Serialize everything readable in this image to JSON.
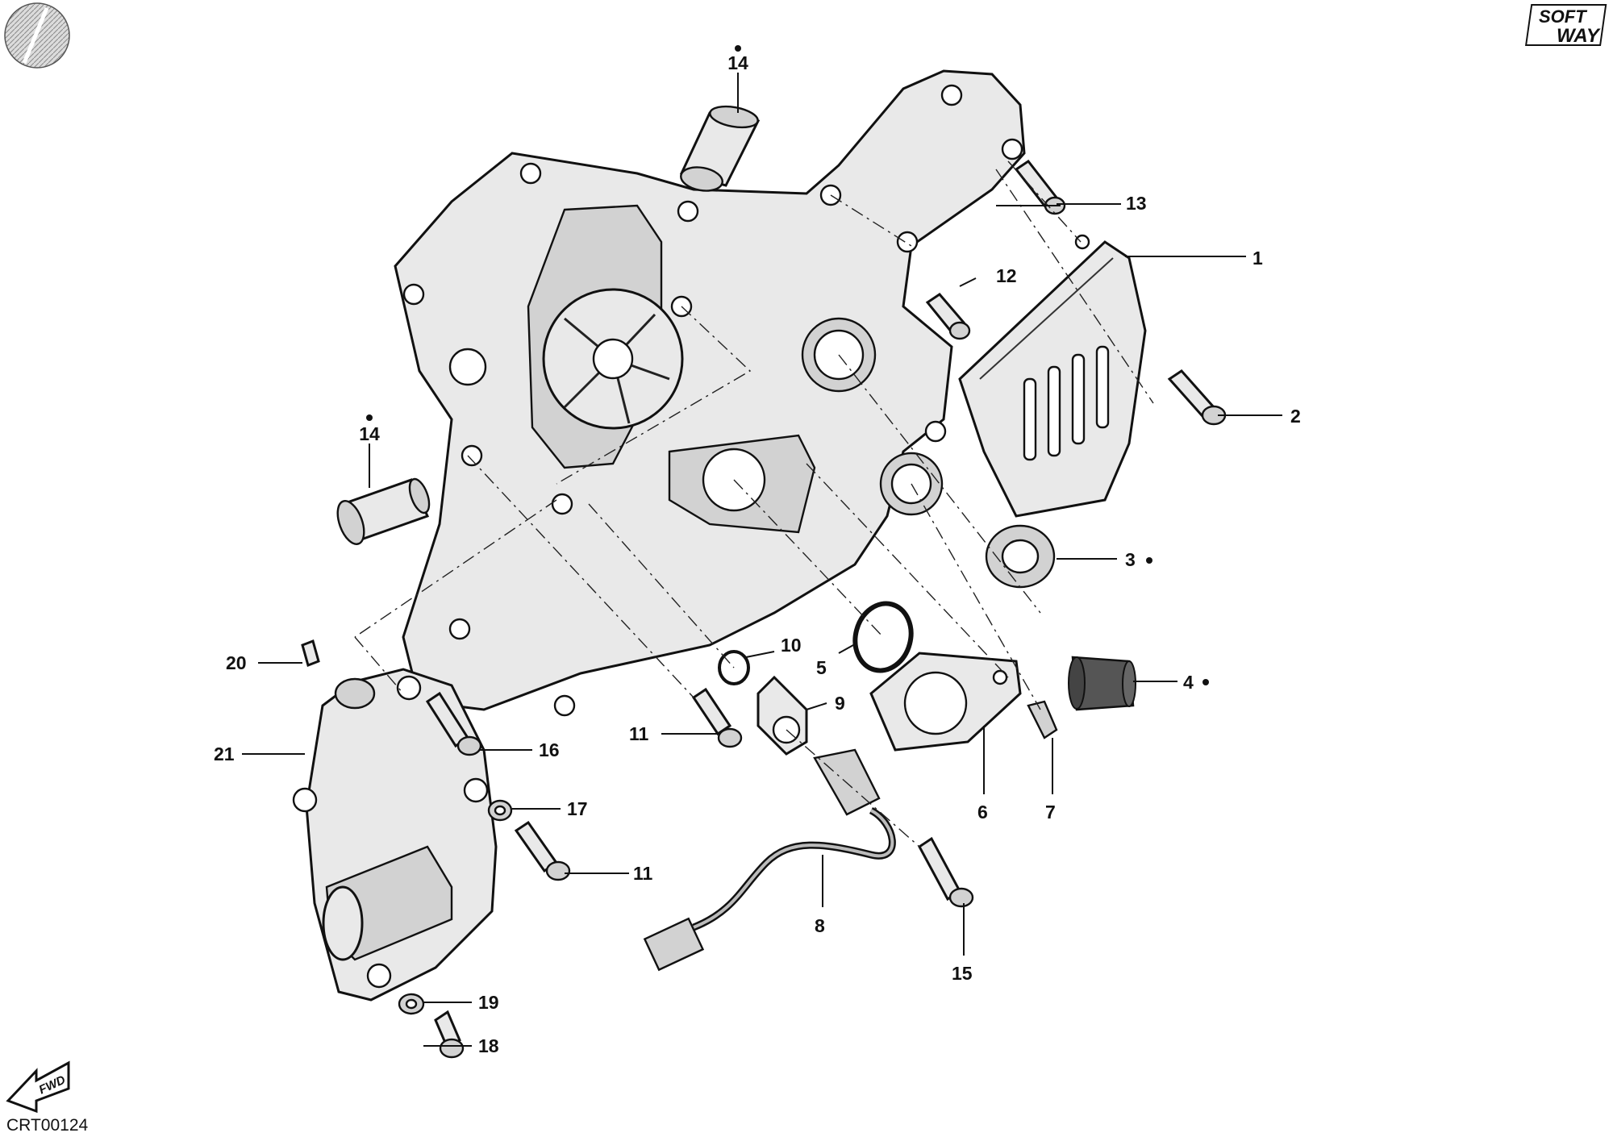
{
  "drawing_code": "CRT00124",
  "brand_logo": {
    "line1": "SOFT",
    "line2": "WAY"
  },
  "fwd_arrow_label": "FWD",
  "corner_mark_icon": "circle-logo-icon",
  "callouts": [
    {
      "id": "c1",
      "label": "1",
      "dot": false
    },
    {
      "id": "c2",
      "label": "2",
      "dot": false
    },
    {
      "id": "c3",
      "label": "3",
      "dot": true
    },
    {
      "id": "c4",
      "label": "4",
      "dot": true
    },
    {
      "id": "c5",
      "label": "5",
      "dot": false
    },
    {
      "id": "c6",
      "label": "6",
      "dot": false
    },
    {
      "id": "c7",
      "label": "7",
      "dot": false
    },
    {
      "id": "c8",
      "label": "8",
      "dot": false
    },
    {
      "id": "c9",
      "label": "9",
      "dot": false
    },
    {
      "id": "c10",
      "label": "10",
      "dot": false
    },
    {
      "id": "c11a",
      "label": "11",
      "dot": false
    },
    {
      "id": "c11b",
      "label": "11",
      "dot": false
    },
    {
      "id": "c12",
      "label": "12",
      "dot": false
    },
    {
      "id": "c13",
      "label": "13",
      "dot": false
    },
    {
      "id": "c14a",
      "label": "14",
      "dot": true
    },
    {
      "id": "c14b",
      "label": "14",
      "dot": true
    },
    {
      "id": "c15",
      "label": "15",
      "dot": false
    },
    {
      "id": "c16",
      "label": "16",
      "dot": false
    },
    {
      "id": "c17",
      "label": "17",
      "dot": false
    },
    {
      "id": "c18",
      "label": "18",
      "dot": false
    },
    {
      "id": "c19",
      "label": "19",
      "dot": false
    },
    {
      "id": "c20",
      "label": "20",
      "dot": false
    },
    {
      "id": "c21",
      "label": "21",
      "dot": false
    }
  ]
}
